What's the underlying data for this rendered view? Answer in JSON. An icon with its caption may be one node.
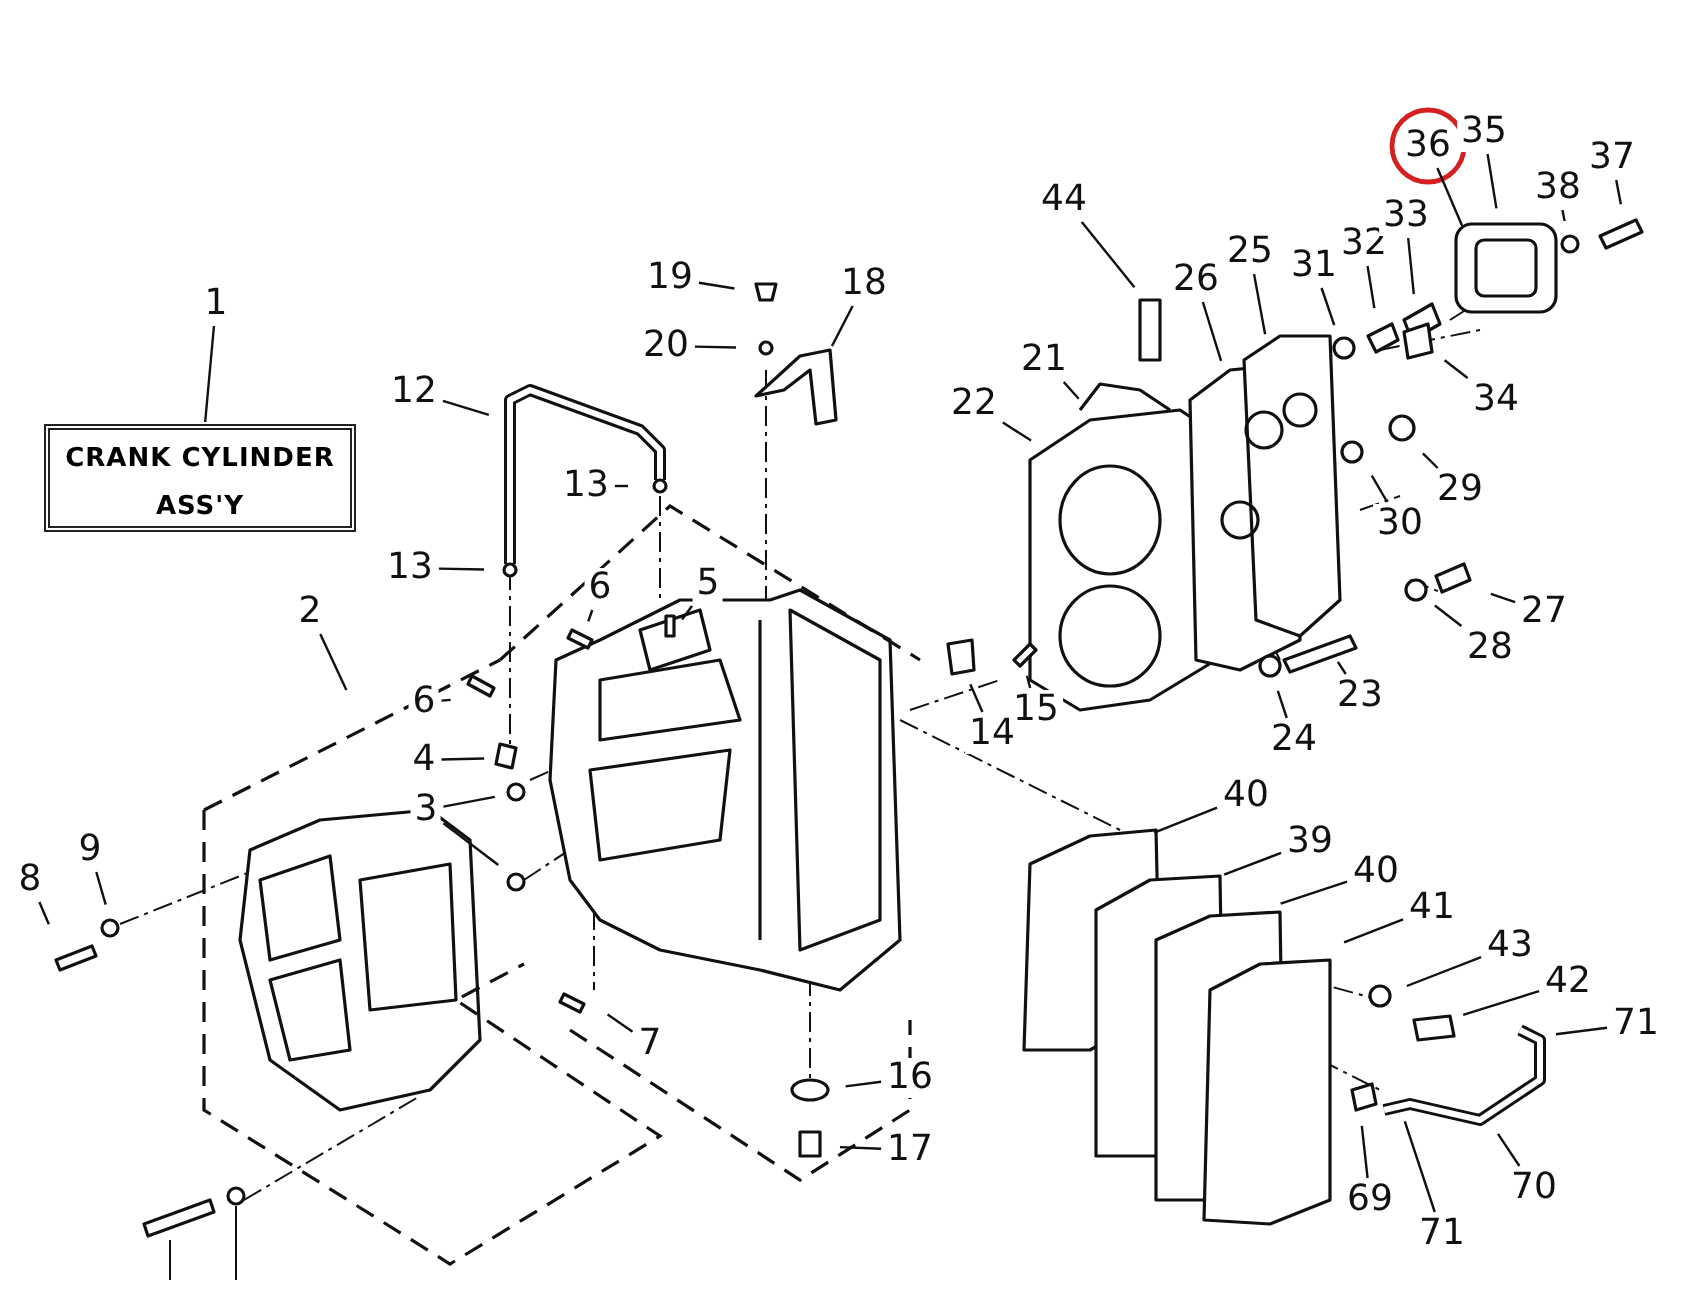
{
  "diagram": {
    "nodes": [
      {
        "text": [
          "1"
        ]
      },
      {
        "text": [
          "CRANK CYLINDER ASS'Y"
        ]
      },
      {
        "text": [
          "12"
        ]
      },
      {
        "text": [
          "13"
        ]
      },
      {
        "text": [
          "13"
        ]
      },
      {
        "text": [
          "19"
        ]
      },
      {
        "text": [
          "20"
        ]
      },
      {
        "text": [
          "18"
        ]
      },
      {
        "text": [
          "6"
        ]
      },
      {
        "text": [
          "5"
        ]
      },
      {
        "text": [
          "2"
        ]
      },
      {
        "text": [
          "6"
        ]
      },
      {
        "text": [
          "4"
        ]
      },
      {
        "text": [
          "3"
        ]
      },
      {
        "text": [
          "8"
        ]
      },
      {
        "text": [
          "9"
        ]
      },
      {
        "text": [
          "7"
        ]
      },
      {
        "text": [
          "16"
        ]
      },
      {
        "text": [
          "17"
        ]
      },
      {
        "text": [
          "44"
        ]
      },
      {
        "text": [
          "21"
        ]
      },
      {
        "text": [
          "22"
        ]
      },
      {
        "text": [
          "26"
        ]
      },
      {
        "text": [
          "25"
        ]
      },
      {
        "text": [
          "31"
        ]
      },
      {
        "text": [
          "32"
        ]
      },
      {
        "text": [
          "33"
        ]
      },
      {
        "text": [
          "36"
        ]
      },
      {
        "text": [
          "35"
        ]
      },
      {
        "text": [
          "38"
        ]
      },
      {
        "text": [
          "37"
        ]
      },
      {
        "text": [
          "34"
        ]
      },
      {
        "text": [
          "29"
        ]
      },
      {
        "text": [
          "30"
        ]
      },
      {
        "text": [
          "27"
        ]
      },
      {
        "text": [
          "28"
        ]
      },
      {
        "text": [
          "23"
        ]
      },
      {
        "text": [
          "24"
        ]
      },
      {
        "text": [
          "14"
        ]
      },
      {
        "text": [
          "15"
        ]
      },
      {
        "text": [
          "40"
        ]
      },
      {
        "text": [
          "39"
        ]
      },
      {
        "text": [
          "40"
        ]
      },
      {
        "text": [
          "41"
        ]
      },
      {
        "text": [
          "43"
        ]
      },
      {
        "text": [
          "42"
        ]
      },
      {
        "text": [
          "71"
        ]
      },
      {
        "text": [
          "69"
        ]
      },
      {
        "text": [
          "70"
        ]
      },
      {
        "text": [
          "71"
        ]
      }
    ],
    "edges": [
      {
        "from": 0,
        "to": 1,
        "arrow": "none"
      },
      {
        "from": 2,
        "to": null,
        "arrow": "none"
      },
      {
        "from": 3,
        "to": null,
        "arrow": "none"
      },
      {
        "from": 4,
        "to": null,
        "arrow": "none"
      },
      {
        "from": 5,
        "to": null,
        "arrow": "none"
      },
      {
        "from": 6,
        "to": null,
        "arrow": "none"
      },
      {
        "from": 7,
        "to": null,
        "arrow": "none"
      },
      {
        "from": 8,
        "to": null,
        "arrow": "none"
      },
      {
        "from": 9,
        "to": null,
        "arrow": "none"
      },
      {
        "from": 10,
        "to": null,
        "arrow": "none"
      },
      {
        "from": 11,
        "to": null,
        "arrow": "none"
      },
      {
        "from": 12,
        "to": null,
        "arrow": "none"
      },
      {
        "from": 13,
        "to": null,
        "arrow": "none"
      },
      {
        "from": 13,
        "to": null,
        "arrow": "none"
      },
      {
        "from": 14,
        "to": null,
        "arrow": "none"
      },
      {
        "from": 15,
        "to": null,
        "arrow": "none"
      },
      {
        "from": 16,
        "to": null,
        "arrow": "none"
      },
      {
        "from": 17,
        "to": null,
        "arrow": "none"
      },
      {
        "from": 18,
        "to": null,
        "arrow": "none"
      },
      {
        "from": 19,
        "to": null,
        "arrow": "none"
      },
      {
        "from": 20,
        "to": null,
        "arrow": "none"
      },
      {
        "from": 21,
        "to": null,
        "arrow": "none"
      },
      {
        "from": 22,
        "to": null,
        "arrow": "none"
      },
      {
        "from": 23,
        "to": null,
        "arrow": "none"
      },
      {
        "from": 24,
        "to": null,
        "arrow": "none"
      },
      {
        "from": 25,
        "to": null,
        "arrow": "none"
      },
      {
        "from": 26,
        "to": null,
        "arrow": "none"
      },
      {
        "from": 27,
        "to": null,
        "arrow": "none"
      },
      {
        "from": 28,
        "to": null,
        "arrow": "none"
      },
      {
        "from": 29,
        "to": null,
        "arrow": "none"
      },
      {
        "from": 30,
        "to": null,
        "arrow": "none"
      },
      {
        "from": 31,
        "to": null,
        "arrow": "none"
      },
      {
        "from": 32,
        "to": null,
        "arrow": "none"
      },
      {
        "from": 33,
        "to": null,
        "arrow": "none"
      },
      {
        "from": 34,
        "to": null,
        "arrow": "none"
      },
      {
        "from": 35,
        "to": null,
        "arrow": "none"
      },
      {
        "from": 36,
        "to": null,
        "arrow": "none"
      },
      {
        "from": 37,
        "to": null,
        "arrow": "none"
      },
      {
        "from": 38,
        "to": null,
        "arrow": "none"
      },
      {
        "from": 39,
        "to": null,
        "arrow": "none"
      },
      {
        "from": 40,
        "to": null,
        "arrow": "none"
      },
      {
        "from": 41,
        "to": null,
        "arrow": "none"
      },
      {
        "from": 42,
        "to": null,
        "arrow": "none"
      },
      {
        "from": 43,
        "to": null,
        "arrow": "none"
      },
      {
        "from": 44,
        "to": null,
        "arrow": "none"
      },
      {
        "from": 45,
        "to": null,
        "arrow": "none"
      },
      {
        "from": 46,
        "to": null,
        "arrow": "none"
      },
      {
        "from": 47,
        "to": null,
        "arrow": "none"
      },
      {
        "from": 48,
        "to": null,
        "arrow": "none"
      },
      {
        "from": 49,
        "to": null,
        "arrow": "none"
      }
    ]
  }
}
